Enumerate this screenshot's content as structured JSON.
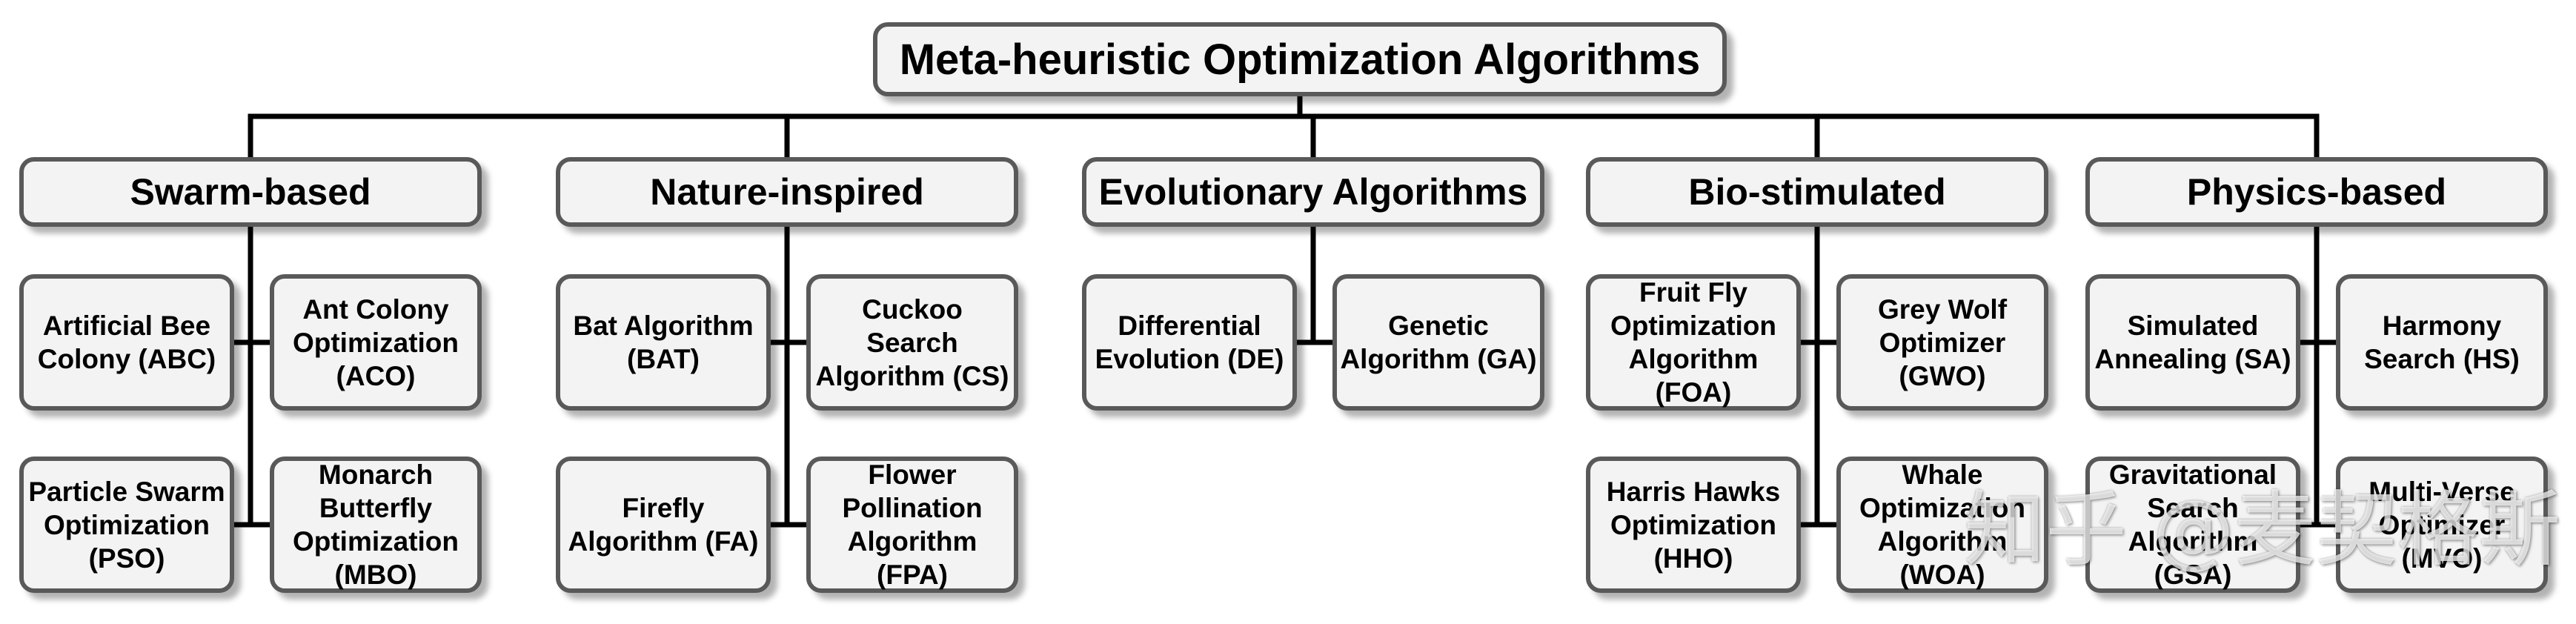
{
  "root": {
    "label": "Meta-heuristic Optimization Algorithms"
  },
  "categories": [
    {
      "label": "Swarm-based",
      "leaves": [
        "Artificial Bee\nColony (ABC)",
        "Ant Colony\nOptimization\n(ACO)",
        "Particle Swarm\nOptimization\n(PSO)",
        "Monarch\nButterfly\nOptimization\n(MBO)"
      ]
    },
    {
      "label": "Nature-inspired",
      "leaves": [
        "Bat Algorithm\n(BAT)",
        "Cuckoo\nSearch\nAlgorithm (CS)",
        "Firefly\nAlgorithm (FA)",
        "Flower\nPollination\nAlgorithm\n(FPA)"
      ]
    },
    {
      "label": "Evolutionary Algorithms",
      "leaves": [
        "Differential\nEvolution (DE)",
        "Genetic\nAlgorithm (GA)"
      ]
    },
    {
      "label": "Bio-stimulated",
      "leaves": [
        "Fruit Fly\nOptimization\nAlgorithm\n(FOA)",
        "Grey Wolf\nOptimizer\n(GWO)",
        "Harris Hawks\nOptimization\n(HHO)",
        "Whale\nOptimization\nAlgorithm\n(WOA)"
      ]
    },
    {
      "label": "Physics-based",
      "leaves": [
        "Simulated\nAnnealing (SA)",
        "Harmony\nSearch (HS)",
        "Gravitational\nSearch\nAlgorithm\n(GSA)",
        "Multi-Verse\nOptimizer\n(MVO)"
      ]
    }
  ],
  "watermark": "知乎 @麦契格斯",
  "colors": {
    "box_fill": "#f3f3f3",
    "box_border": "#595959",
    "line": "#000000"
  }
}
